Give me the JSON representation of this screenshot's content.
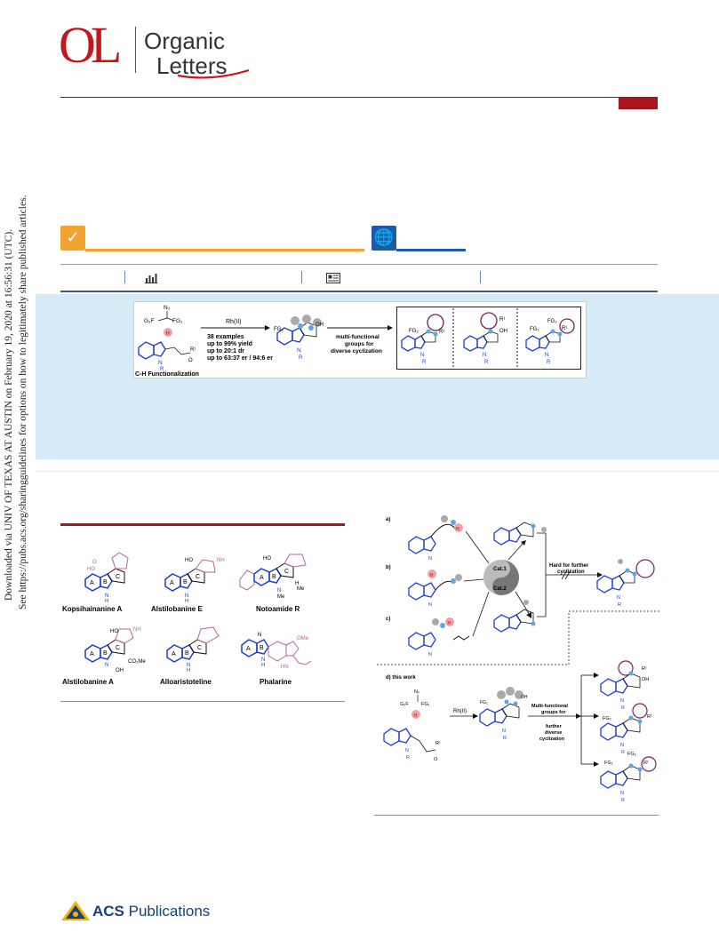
{
  "header": {
    "logo_mark": "OL",
    "journal_line1": "Organic",
    "journal_line2": "Letters"
  },
  "side_notice": {
    "line1": "Downloaded via UNIV OF TEXAS AT AUSTIN on February 19, 2020 at 16:56:31 (UTC).",
    "line2": "See https://pubs.acs.org/sharingguidelines for options on how to legitimately share published articles."
  },
  "toc_graphic": {
    "catalyst": "Rh(II)",
    "stats": [
      "38 examples",
      "up to 99% yield",
      "up to 20:1 dr",
      "up to 63:37 er / 94:6 er"
    ],
    "method": "C-H Functionalization",
    "arrow_note": [
      "multi-functional",
      "groups for",
      "diverse cyclization"
    ],
    "reagent_top": "N₂",
    "reagent_left": "G₂F",
    "reagent_right": "FG₁",
    "r1": "R¹",
    "r": "R",
    "n": "N",
    "o": "O",
    "h": "H",
    "fg2": "FG₂",
    "fg1": "FG₁",
    "oh": "OH"
  },
  "figure1": {
    "compounds": [
      {
        "name": "Kopsihainanine A"
      },
      {
        "name": "Alstilobanine E"
      },
      {
        "name": "Notoamide R"
      },
      {
        "name": "Alstilobanine A"
      },
      {
        "name": "Alloaristoteline"
      },
      {
        "name": "Phalarine"
      }
    ],
    "rings": [
      "A",
      "B",
      "C"
    ],
    "atoms": {
      "ho": "HO",
      "nh": "NH",
      "n": "N",
      "h": "H",
      "me": "Me",
      "co2me": "CO₂Me",
      "oh": "OH",
      "ome": "OMe",
      "hn": "HN",
      "o": "O"
    }
  },
  "scheme1": {
    "labels": {
      "a": "a)",
      "b": "b)",
      "c": "c)",
      "d": "d) this work"
    },
    "cat1": "Cat.1",
    "cat2": "Cat.2",
    "hard_note": [
      "Hard for further",
      "cyclization"
    ],
    "d_catalyst": "Rh(II)",
    "d_note": [
      "Multi-functional",
      "groups for",
      "",
      "further",
      "diverse",
      "cyclization"
    ],
    "n2": "N₂",
    "g2f": "G₂F",
    "fg1": "FG₁",
    "fg2": "FG₂",
    "r1": "R¹",
    "r": "R",
    "n": "N",
    "o": "O",
    "oh": "OH",
    "h": "H"
  },
  "footer": {
    "publisher_bold": "ACS",
    "publisher_rest": " Publications"
  },
  "colors": {
    "brand_red": "#c4161c",
    "rule_red": "#a8161b",
    "open_access_orange": "#f0a32e",
    "open_access_blue": "#1f5aa6",
    "abstract_bg": "#d5ecf8",
    "indole_blue": "#1f3fd1",
    "natural_pink": "#b8648f"
  }
}
